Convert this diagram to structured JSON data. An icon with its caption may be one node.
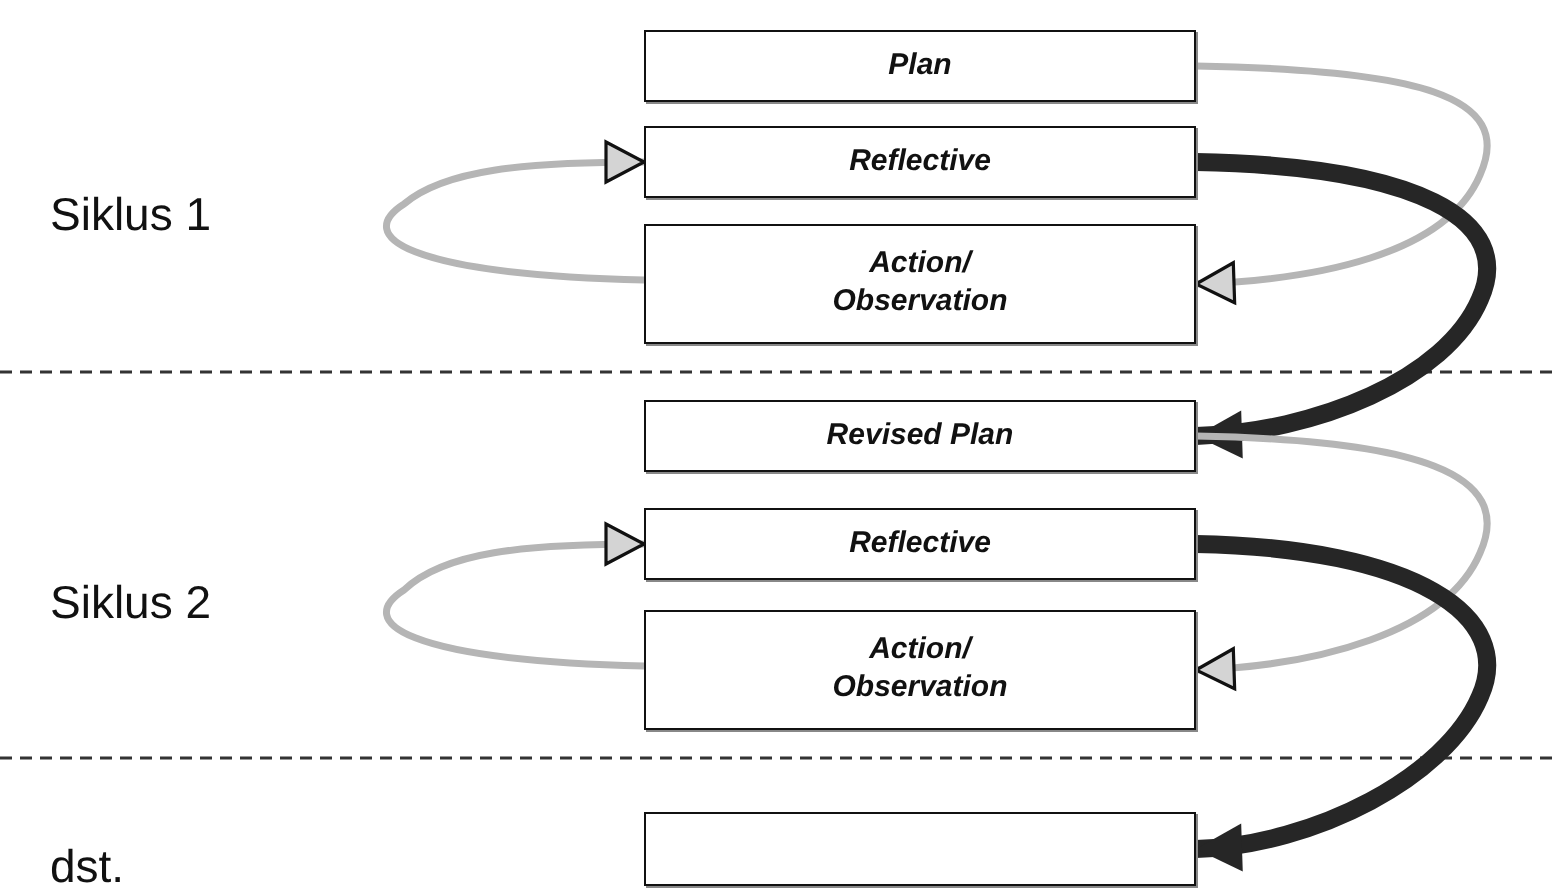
{
  "diagram": {
    "nodes": [
      {
        "text": [
          "Plan"
        ]
      },
      {
        "text": [
          "Reflective"
        ]
      },
      {
        "text": [
          "Action/ Observation"
        ]
      },
      {
        "text": [
          "Revised Plan"
        ]
      },
      {
        "text": [
          "Reflective"
        ]
      },
      {
        "text": [
          "Action/ Observation"
        ]
      },
      {
        "text": [],
        "shape": "box"
      }
    ],
    "edges": [
      {
        "from": 0,
        "to": 2,
        "arrow": "to"
      },
      {
        "from": 1,
        "to": 3,
        "arrow": "to",
        "style": "thick",
        "color": "#262626"
      },
      {
        "from": 2,
        "to": 1,
        "arrow": "to"
      },
      {
        "from": 3,
        "to": 5,
        "arrow": "to"
      },
      {
        "from": 4,
        "to": 6,
        "arrow": "to",
        "style": "thick",
        "color": "#262626"
      },
      {
        "from": 5,
        "to": 4,
        "arrow": "to"
      }
    ],
    "labels": [
      "Siklus 1",
      "Siklus 2",
      "dst."
    ]
  }
}
